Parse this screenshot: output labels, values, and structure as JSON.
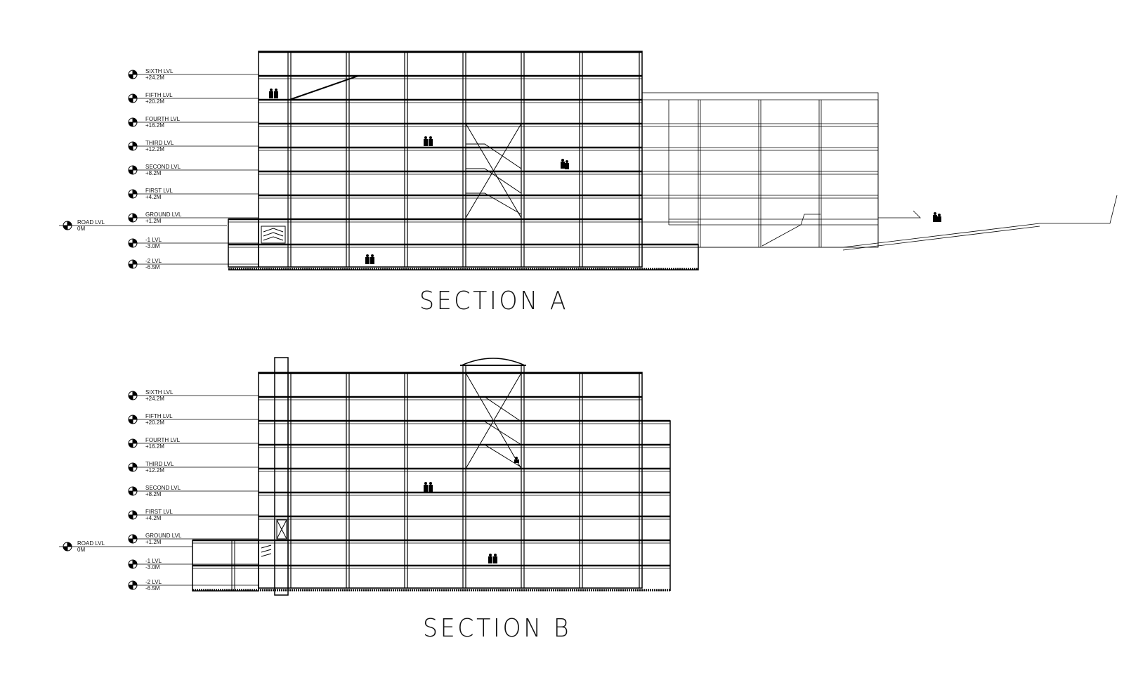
{
  "sections": [
    {
      "title": "SECTION A",
      "levels": [
        {
          "name": "SIXTH LVL",
          "value": "+24.2M"
        },
        {
          "name": "FIFTH LVL",
          "value": "+20.2M"
        },
        {
          "name": "FOURTH LVL",
          "value": "+16.2M"
        },
        {
          "name": "THIRD LVL",
          "value": "+12.2M"
        },
        {
          "name": "SECOND LVL",
          "value": "+8.2M"
        },
        {
          "name": "FIRST LVL",
          "value": "+4.2M"
        },
        {
          "name": "GROUND LVL",
          "value": "+1.2M"
        },
        {
          "name": "-1 LVL",
          "value": "-3.0M"
        },
        {
          "name": "-2 LVL",
          "value": "-6.5M"
        }
      ],
      "road": {
        "name": "ROAD LVL",
        "value": "0M"
      }
    },
    {
      "title": "SECTION B",
      "levels": [
        {
          "name": "SIXTH LVL",
          "value": "+24.2M"
        },
        {
          "name": "FIFTH LVL",
          "value": "+20.2M"
        },
        {
          "name": "FOURTH LVL",
          "value": "+16.2M"
        },
        {
          "name": "THIRD LVL",
          "value": "+12.2M"
        },
        {
          "name": "SECOND LVL",
          "value": "+8.2M"
        },
        {
          "name": "FIRST LVL",
          "value": "+4.2M"
        },
        {
          "name": "GROUND LVL",
          "value": "+1.2M"
        },
        {
          "name": "-1 LVL",
          "value": "-3.0M"
        },
        {
          "name": "-2 LVL",
          "value": "-6.5M"
        }
      ],
      "road": {
        "name": "ROAD LVL",
        "value": "0M"
      }
    }
  ]
}
